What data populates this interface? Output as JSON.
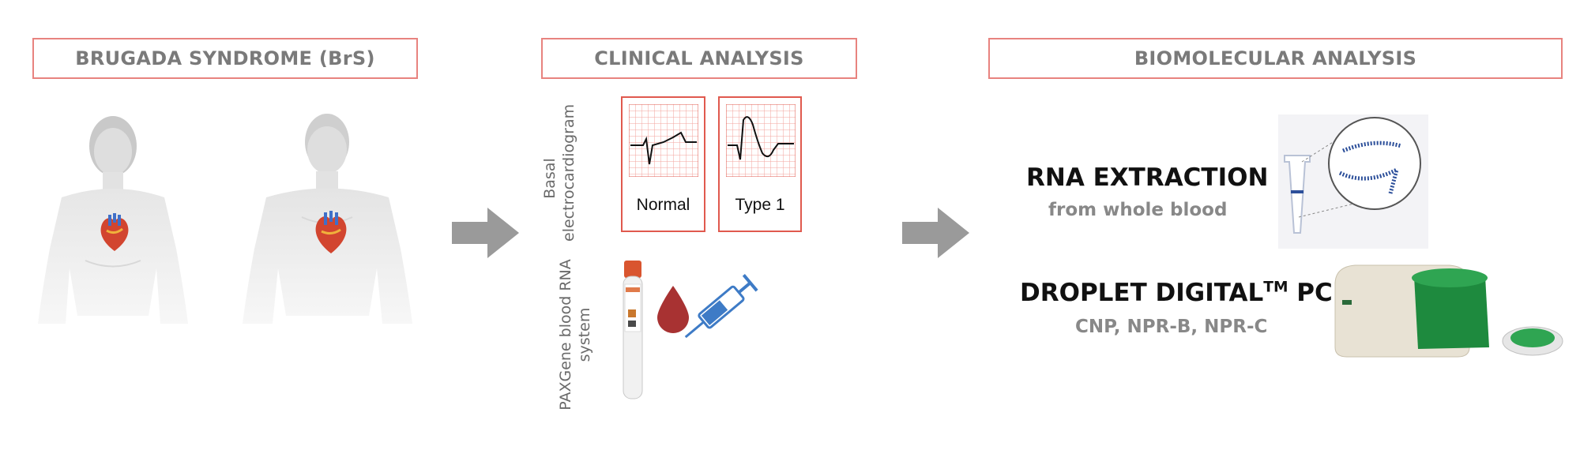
{
  "sections": {
    "brugada": {
      "title": "BRUGADA SYNDROME (BrS)"
    },
    "clinical": {
      "title": "CLINICAL ANALYSIS",
      "ecg_side_label_line1": "Basal",
      "ecg_side_label_line2": "electrocardiogram",
      "ecg_cards": [
        {
          "label": "Normal"
        },
        {
          "label": "Type 1"
        }
      ],
      "blood_side_label_line1": "PAXGene blood RNA",
      "blood_side_label_line2": "system"
    },
    "biomolecular": {
      "title": "BIOMOLECULAR ANALYSIS",
      "rna_title": "RNA EXTRACTION",
      "rna_subtitle": "from whole blood",
      "ddpcr_title_main": "DROPLET DIGITAL",
      "ddpcr_title_sup": "TM",
      "ddpcr_title_tail": " PCR",
      "ddpcr_subtitle": "CNP, NPR-B, NPR-C"
    }
  },
  "colors": {
    "header_border": "#e8837f",
    "ecg_grid": "#f3a39d",
    "arrow": "#9a9a9a",
    "blood": "#a83232",
    "syringe": "#3e7bc6",
    "instrument_green": "#1e8a3e"
  },
  "icons": [
    "woman-silhouette-icon",
    "man-silhouette-icon",
    "heart-icon",
    "arrow-right-icon",
    "blood-tube-icon",
    "blood-drop-icon",
    "syringe-icon",
    "microtube-icon",
    "rna-strands-icon",
    "ddpcr-instrument-icon"
  ]
}
